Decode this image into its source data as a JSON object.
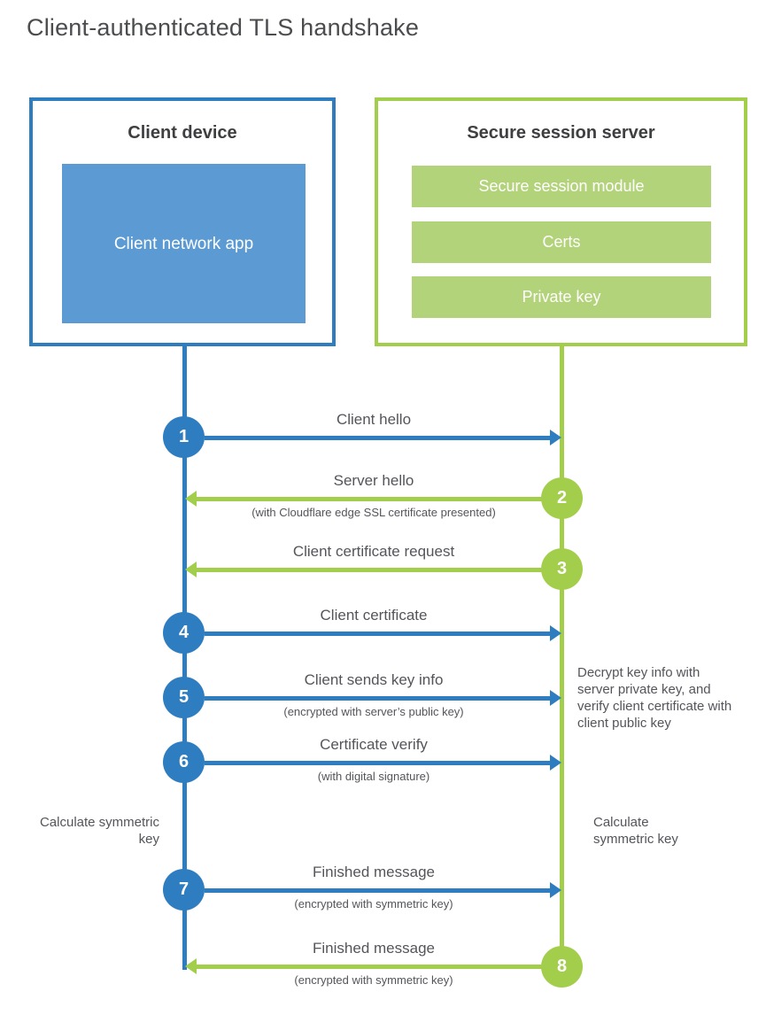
{
  "title": "Client-authenticated TLS handshake",
  "colors": {
    "blue": "#2e7dc0",
    "blue_light": "#5b9ad2",
    "green": "#a2ce4b",
    "green_light": "#b3d37a",
    "heading_text": "#3e3f41",
    "label_text": "#54555a"
  },
  "client_box": {
    "title": "Client device",
    "app_label": "Client network app"
  },
  "server_box": {
    "title": "Secure session server",
    "modules": [
      "Secure session module",
      "Certs",
      "Private key"
    ]
  },
  "steps": [
    {
      "num": "1",
      "direction": "right",
      "color": "blue",
      "label": "Client hello",
      "sub": ""
    },
    {
      "num": "2",
      "direction": "left",
      "color": "green",
      "label": "Server hello",
      "sub": "(with Cloudflare edge SSL certificate presented)"
    },
    {
      "num": "3",
      "direction": "left",
      "color": "green",
      "label": "Client certificate request",
      "sub": ""
    },
    {
      "num": "4",
      "direction": "right",
      "color": "blue",
      "label": "Client certificate",
      "sub": ""
    },
    {
      "num": "5",
      "direction": "right",
      "color": "blue",
      "label": "Client sends key info",
      "sub": "(encrypted with server’s public key)"
    },
    {
      "num": "6",
      "direction": "right",
      "color": "blue",
      "label": "Certificate verify",
      "sub": "(with digital signature)"
    },
    {
      "num": "7",
      "direction": "right",
      "color": "blue",
      "label": "Finished message",
      "sub": "(encrypted with symmetric key)"
    },
    {
      "num": "8",
      "direction": "left",
      "color": "green",
      "label": "Finished message",
      "sub": "(encrypted with symmetric key)"
    }
  ],
  "annotations": {
    "decrypt_note": "Decrypt key info with server private key, and verify client certificate with client public key",
    "calc_left": "Calculate symmetric key",
    "calc_right": "Calculate symmetric key"
  }
}
